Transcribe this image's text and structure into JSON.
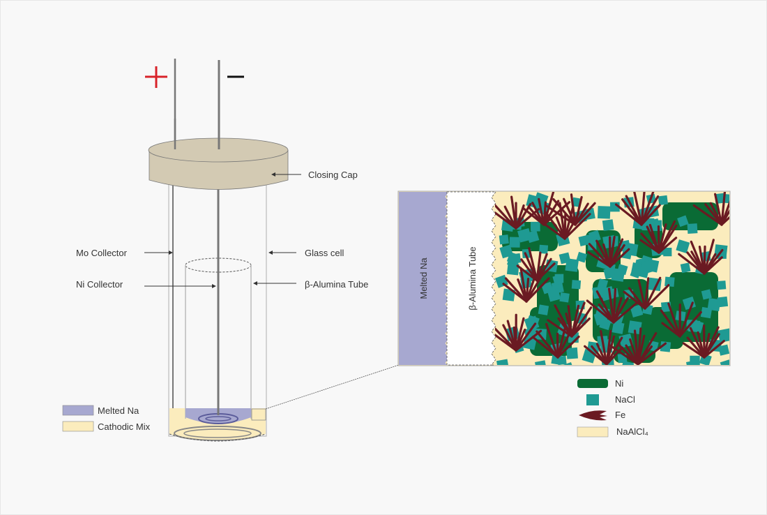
{
  "terminals": {
    "positive": "+",
    "negative": "−"
  },
  "labels": {
    "closing_cap": "Closing Cap",
    "mo_collector": "Mo Collector",
    "glass_cell": "Glass cell",
    "ni_collector": "Ni Collector",
    "beta_alumina_tube": "β-Alumina Tube"
  },
  "cell_legend": [
    {
      "label": "Melted Na",
      "color": "#a7a8d0"
    },
    {
      "label": "Cathodic Mix",
      "color": "#fbecbd"
    }
  ],
  "zoom_panel": {
    "melted_na": "Melted Na",
    "beta_alumina_tube": "β-Alumina Tube"
  },
  "material_legend": [
    {
      "label": "Ni",
      "color": "#0a6b35"
    },
    {
      "label": "NaCl",
      "color": "#1f9a93"
    },
    {
      "label": "Fe",
      "color": "#6a1a22"
    },
    {
      "label": "NaAlCl₄",
      "color": "#fbecbd"
    }
  ],
  "colors": {
    "cap": "#d3cab3",
    "melted_na": "#a7a8d0",
    "cathodic_mix": "#fbecbd",
    "ni": "#0a6b35",
    "nacl": "#1f9a93",
    "fe": "#6a1a22",
    "positive": "#d8232a"
  }
}
